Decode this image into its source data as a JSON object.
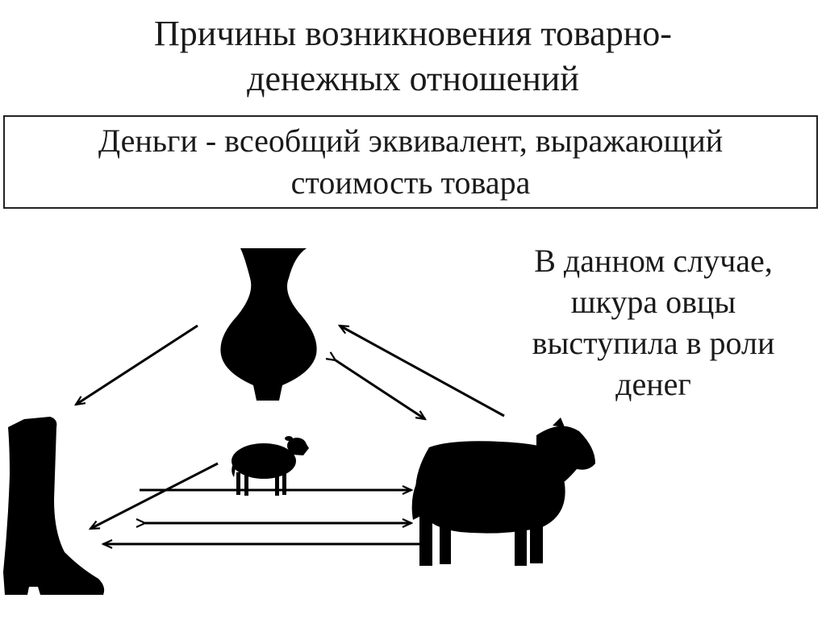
{
  "title": {
    "line1": "Причины возникновения товарно-",
    "line2": "денежных отношений"
  },
  "definition": {
    "line1": "Деньги - всеобщий эквивалент, выражающий",
    "line2": "стоимость товара"
  },
  "note": {
    "line1": "В данном случае,",
    "line2": "шкура овцы",
    "line3": "выступила в роли",
    "line4": "денег"
  },
  "icons": [
    "vase-icon",
    "boot-icon",
    "small-sheep-icon",
    "large-sheep-icon"
  ],
  "colors": {
    "ink": "#000000",
    "text": "#1a1a1a",
    "background": "#ffffff"
  }
}
